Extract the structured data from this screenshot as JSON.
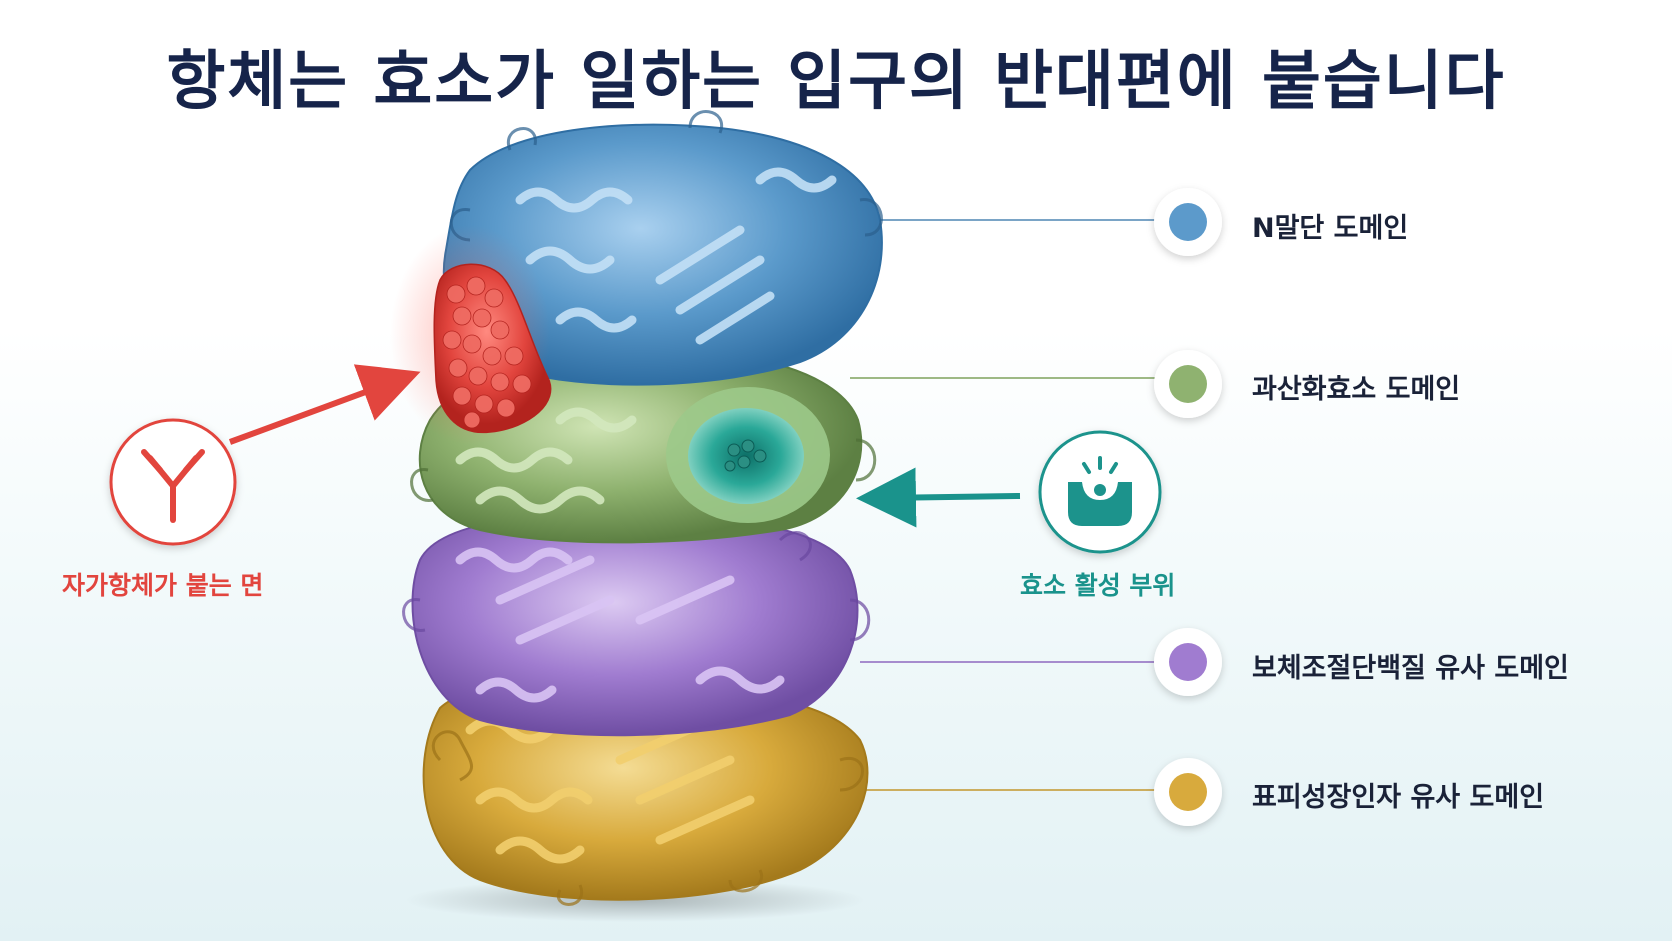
{
  "title": "항체는 효소가 일하는 입구의 반대편에 붙습니다",
  "colors": {
    "title": "#16244a",
    "n_terminal": "#5b9acb",
    "peroxidase": "#8fb26f",
    "ccp_like": "#a07cd0",
    "egf_like": "#d8aa3c",
    "epitope": "#e2453e",
    "active_site": "#1a938c"
  },
  "domains": [
    {
      "label": "N말단 도메인",
      "color": "#5b9acb"
    },
    {
      "label": "과산화효소 도메인",
      "color": "#8fb26f"
    },
    {
      "label": "보체조절단백질 유사 도메인",
      "color": "#a07cd0"
    },
    {
      "label": "표피성장인자 유사 도메인",
      "color": "#d8aa3c"
    }
  ],
  "callouts": {
    "autoantibody": {
      "label": "자가항체가 붙는 면",
      "icon": "antibody-icon",
      "color": "#e2453e"
    },
    "active_site": {
      "label": "효소 활성 부위",
      "icon": "active-site-pocket-icon",
      "color": "#1a938c"
    }
  }
}
